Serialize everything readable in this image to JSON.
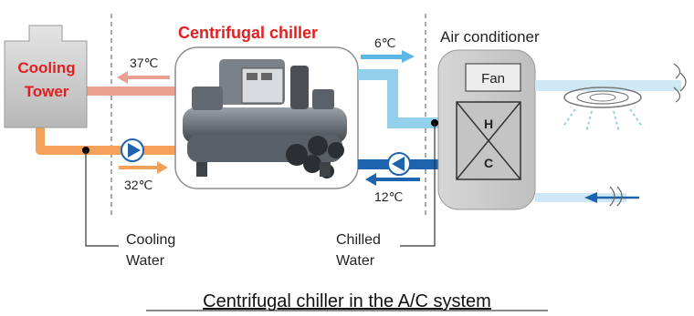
{
  "cooling_tower": {
    "line1": "Cooling",
    "line2": "Tower"
  },
  "chiller": {
    "title": "Centrifugal chiller"
  },
  "air_conditioner": {
    "title": "Air conditioner",
    "fan": "Fan",
    "heat": "H",
    "cool": "C"
  },
  "temperatures": {
    "cooling_return": "37℃",
    "cooling_supply": "32℃",
    "chilled_supply": "6℃",
    "chilled_return": "12℃"
  },
  "labels": {
    "cooling_water_1": "Cooling",
    "cooling_water_2": "Water",
    "chilled_water_1": "Chilled",
    "chilled_water_2": "Water"
  },
  "caption": "Centrifugal chiller in the A/C system",
  "colors": {
    "cooling_hot": "#e8a08f",
    "cooling_cold": "#f2a05a",
    "chilled_cold": "#93d0ec",
    "chilled_warm": "#1d63ad",
    "red_text": "#e02020"
  }
}
